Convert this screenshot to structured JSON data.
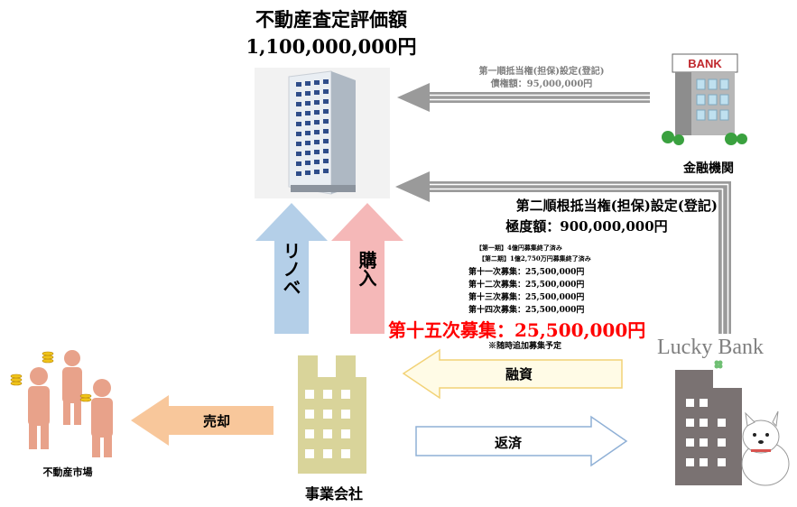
{
  "valuation": {
    "title": "不動産査定評価額",
    "amount": "1,100,000,000円"
  },
  "first_lien": {
    "line1": "第一順抵当権(担保)設定(登記)",
    "line2": "債権額：95,000,000円"
  },
  "bank": {
    "sign": "BANK",
    "label": "金融機関"
  },
  "second_lien": {
    "line1": "第二順根抵当権(担保)設定(登記)",
    "line2": "極度額：900,000,000円"
  },
  "arrows": {
    "renovation": "リノベ",
    "purchase": "購入",
    "sale": "売却",
    "financing": "融資",
    "repayment": "返済"
  },
  "offerings": {
    "history": [
      "【第一期】4億円募集終了済み",
      "【第二期】1億2,750万円募集終了済み",
      "第十一次募集：25,500,000円",
      "第十二次募集：25,500,000円",
      "第十三次募集：25,500,000円",
      "第十四次募集：25,500,000円"
    ],
    "current": "第十五次募集：25,500,000円",
    "note": "※随時追加募集予定"
  },
  "company": {
    "label": "事業会社"
  },
  "market": {
    "label": "不動産市場"
  },
  "lender": {
    "logo_text": "Lucky Bank"
  },
  "colors": {
    "blue_arrow": "#b4cfe8",
    "pink_arrow": "#f5b8b8",
    "orange_arrow": "#f8c79b",
    "company_building": "#d9d49a",
    "people": "#e8a28a",
    "lender_building": "#7a7272",
    "highlight": "#ff0000"
  }
}
